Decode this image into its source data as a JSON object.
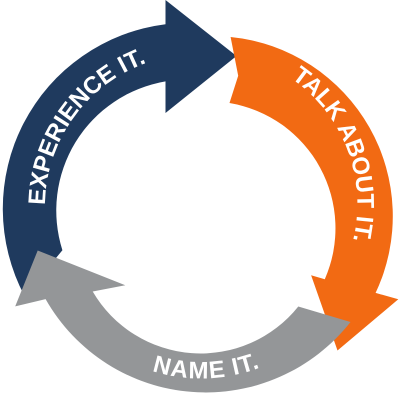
{
  "cycle": {
    "steps": [
      {
        "label": "EXPERIENCE IT.",
        "color": "#1f3a5e"
      },
      {
        "label": "TALK ABOUT IT.",
        "color": "#f26a13"
      },
      {
        "label": "NAME IT.",
        "color": "#949698"
      }
    ]
  }
}
